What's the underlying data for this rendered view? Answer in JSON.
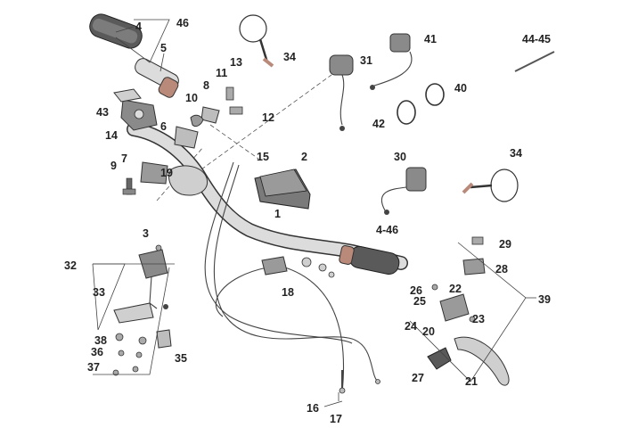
{
  "callouts": {
    "c1": "1",
    "c2": "2",
    "c3": "3",
    "c4": "4",
    "c5": "5",
    "c6": "6",
    "c7": "7",
    "c8": "8",
    "c9": "9",
    "c10": "10",
    "c11": "11",
    "c12": "12",
    "c13": "13",
    "c14": "14",
    "c15": "15",
    "c16": "16",
    "c17": "17",
    "c18": "18",
    "c19": "19",
    "c20": "20",
    "c21": "21",
    "c22": "22",
    "c23": "23",
    "c24": "24",
    "c25": "25",
    "c26": "26",
    "c27": "27",
    "c28": "28",
    "c29": "29",
    "c30": "30",
    "c31": "31",
    "c32": "32",
    "c33": "33",
    "c34a": "34",
    "c34b": "34",
    "c35": "35",
    "c36": "36",
    "c37": "37",
    "c38": "38",
    "c39": "39",
    "c40": "40",
    "c41": "41",
    "c42": "42",
    "c43": "43",
    "c4_46": "4-46",
    "c44_45": "44-45",
    "c46": "46"
  },
  "colors": {
    "ink": "#222222",
    "part_fill": "#dcdcdc",
    "part_dark": "#8a8a8a",
    "grip_fill": "#5a5a5a",
    "grip_accent": "#b98a7a",
    "lever_fill": "#cfcfcf"
  }
}
